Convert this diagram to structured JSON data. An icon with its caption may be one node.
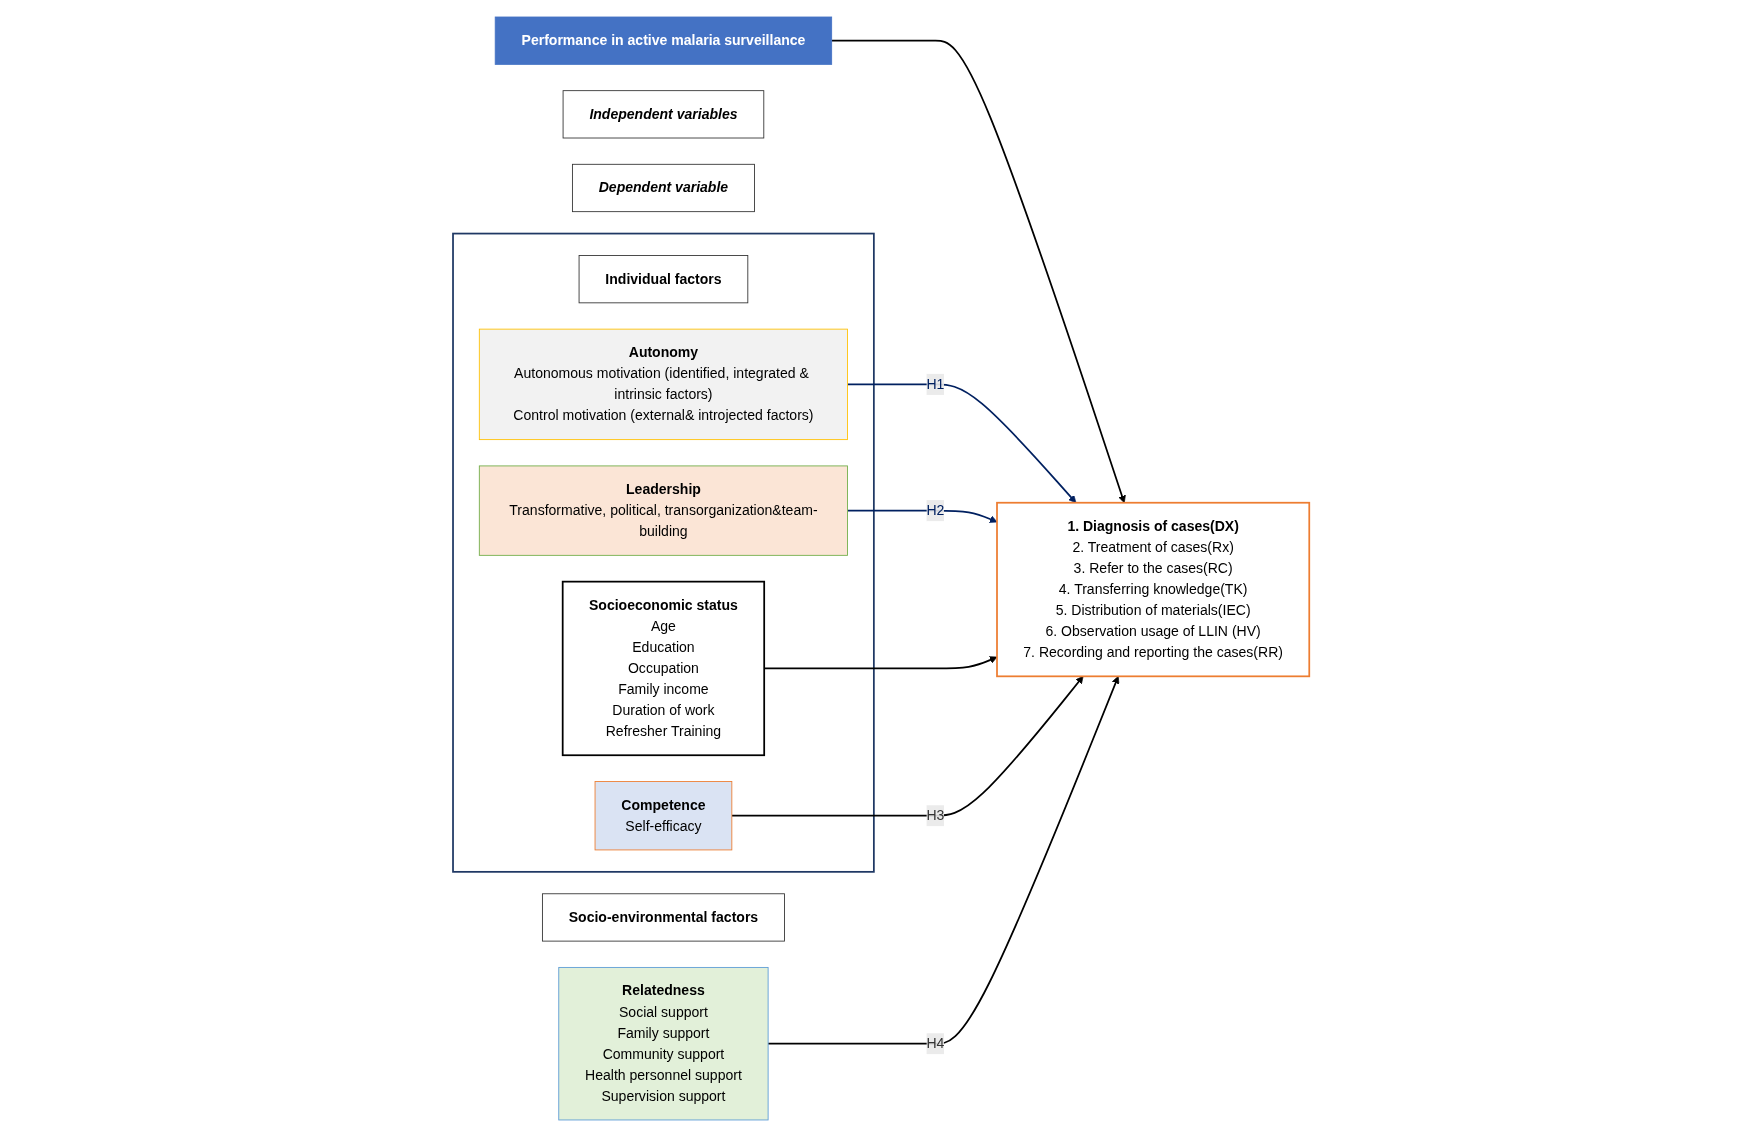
{
  "diagram": {
    "nodes": [
      {
        "text": [
          "Independent variables"
        ]
      },
      {
        "text": [
          "Dependent variable"
        ]
      },
      {
        "text": [
          "Performance in active malaria surveillance"
        ]
      },
      {
        "text": [],
        "shape": "box"
      },
      {
        "text": [
          "Individual factors"
        ],
        "in": 3
      },
      {
        "text": [
          "Socioeconomic status",
          "Age",
          "Education",
          "Occupation",
          "Family income",
          "Duration of work",
          "Refresher Training"
        ],
        "in": 3
      },
      {
        "text": [
          "Autonomy",
          "Autonomous motivation (identified, integrated & intrinsic factors)",
          "Control motivation (external& introjected factors)"
        ],
        "in": 3
      },
      {
        "text": [
          "Leadership",
          "Transformative, political, transorganization&team-building"
        ],
        "in": 3
      },
      {
        "text": [
          "Competence",
          "Self-efficacy"
        ],
        "in": 3
      },
      {
        "text": [
          "Socio-environmental factors"
        ]
      },
      {
        "text": [
          "Relatedness",
          "Social support",
          "Family support",
          "Community support",
          "Health personnel support",
          "Supervision support"
        ]
      },
      {
        "text": [
          "1. Diagnosis of cases(DX)",
          "2. Treatment of cases(Rx)",
          "3. Refer to the cases(RC)",
          "4. Transferring knowledge(TK)",
          "5. Distribution of materials(IEC)",
          "6. Observation usage of LLIN (HV)",
          "7. Recording and reporting the cases(RR)"
        ]
      }
    ],
    "edges": [
      {
        "from": 2,
        "to": 11,
        "arrow": "to"
      },
      {
        "from": 6,
        "to": 11,
        "arrow": "to",
        "label": "H1",
        "color": "#002060"
      },
      {
        "from": 7,
        "to": 11,
        "arrow": "to",
        "label": "H2",
        "color": "#002060"
      },
      {
        "from": 5,
        "to": 11,
        "arrow": "to"
      },
      {
        "from": 8,
        "to": 11,
        "arrow": "to",
        "label": "H3"
      },
      {
        "from": 10,
        "to": 11,
        "arrow": "to",
        "label": "H4"
      }
    ]
  }
}
